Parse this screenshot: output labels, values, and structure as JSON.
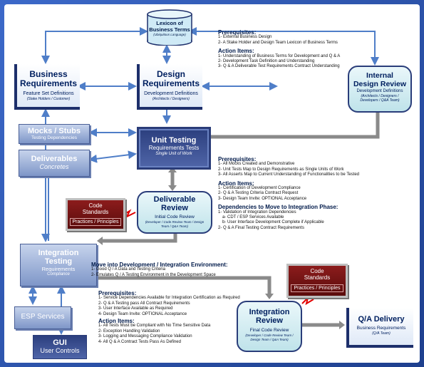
{
  "lexicon": {
    "title": "Lexicon of",
    "title2": "Business Terms",
    "sub": "(Ubiquitous Language)"
  },
  "business": {
    "title": "Business",
    "title2": "Requirements",
    "sub": "Feature Set Definitions",
    "ital": "(Stake Holders / Customer)"
  },
  "design": {
    "title": "Design",
    "title2": "Requirements",
    "sub": "Development Definitions",
    "ital": "(Architects / Designers)"
  },
  "internal": {
    "title": "Internal",
    "title2": "Design Review",
    "sub": "Development Definitions",
    "ital": "(Architects / Designers / Developers / Q&A Team)"
  },
  "mocks": {
    "title": "Mocks / Stubs",
    "sub": "Testing Dependencies"
  },
  "deliverables": {
    "title": "Deliverables",
    "sub": "Concretes"
  },
  "unit": {
    "title": "Unit Testing",
    "sub": "Requirements Tests",
    "ital": "Single Unit of Work"
  },
  "codestd1": {
    "title": "Code",
    "title2": "Standards",
    "sub": "Practices / Principles"
  },
  "delreview": {
    "title": "Deliverable",
    "title2": "Review",
    "sub": "Initial Code Review",
    "ital": "(Developer / Code Review Team / Design Team / Q&A Team)"
  },
  "integtest": {
    "title": "Integration",
    "title2": "Testing",
    "sub": "Requirements",
    "ital": "Compliance"
  },
  "esp": {
    "title": "ESP Services"
  },
  "gui": {
    "title": "GUI",
    "sub": "User Controls"
  },
  "codestd2": {
    "title": "Code",
    "title2": "Standards",
    "sub": "Practices / Principles"
  },
  "intreview": {
    "title": "Integration",
    "title2": "Review",
    "sub": "Final Code Review",
    "ital": "(Developer / Code Review Team / Design Team / Q&A Team)"
  },
  "qa": {
    "title": "Q/A Delivery",
    "sub": "Business Requirements",
    "ital": "(Q/A Team)"
  },
  "block1": {
    "prereq_h": "Prerequisites:",
    "prereq": [
      "1- External Business Design",
      "2- A Stake Holder and Design Team Lexicon of Business Terms"
    ],
    "action_h": "Action Items:",
    "action": [
      "1- Understanding of Business Terms for Development and Q & A",
      "2- Development Task Definition and Understanding",
      "3- Q & A Deliverable Test Requirements Contract Understanding"
    ]
  },
  "block2": {
    "prereq_h": "Prerequisites:",
    "prereq": [
      "1- All Mocks Created and Demonstrative",
      "2- Unit Tests Map to Design Requirements as Single Units of Work",
      "3- All Asserts Map to Current Understanding of Functionalities to be Tested"
    ],
    "action_h": "Action Items:",
    "action": [
      "1- Certification of Development Compliance",
      "2- Q & A Testing Criteria Contract Request",
      "3- Design Team Invite: OPTIONAL Acceptance"
    ],
    "dep_h": "Dependencies to Move to Integration Phase:",
    "dep": [
      "1- Validation of Integration Dependencies",
      "a- CDT / ESP Services Available",
      "b- User Interface Development Complete if Applicable",
      "2- Q & A Final Testing Contract Requirements"
    ]
  },
  "block3": {
    "h": "Move into Development / Integration Environment:",
    "items": [
      "1- Good Q / A Data and Testing Criteria",
      "2- Emulates Q / A Testing Environment in the Development Space"
    ]
  },
  "block4": {
    "prereq_h": "Prerequisites:",
    "prereq": [
      "1- Service Dependencies Available for Integration Certification as Required",
      "2- Q & A Testing pass All Contract Requirements",
      "3- User Interface Available as Required",
      "4- Design Team Invite: OPTIONAL Acceptance"
    ],
    "action_h": "Action Items:",
    "action": [
      "1- All Tests Must be Compliant with No Time Sensitive Data",
      "2- Exception Handling Validation",
      "3- Logging and Messaging Compliance Validation",
      "4- All Q & A Contract Tests Pass As Defined"
    ]
  }
}
